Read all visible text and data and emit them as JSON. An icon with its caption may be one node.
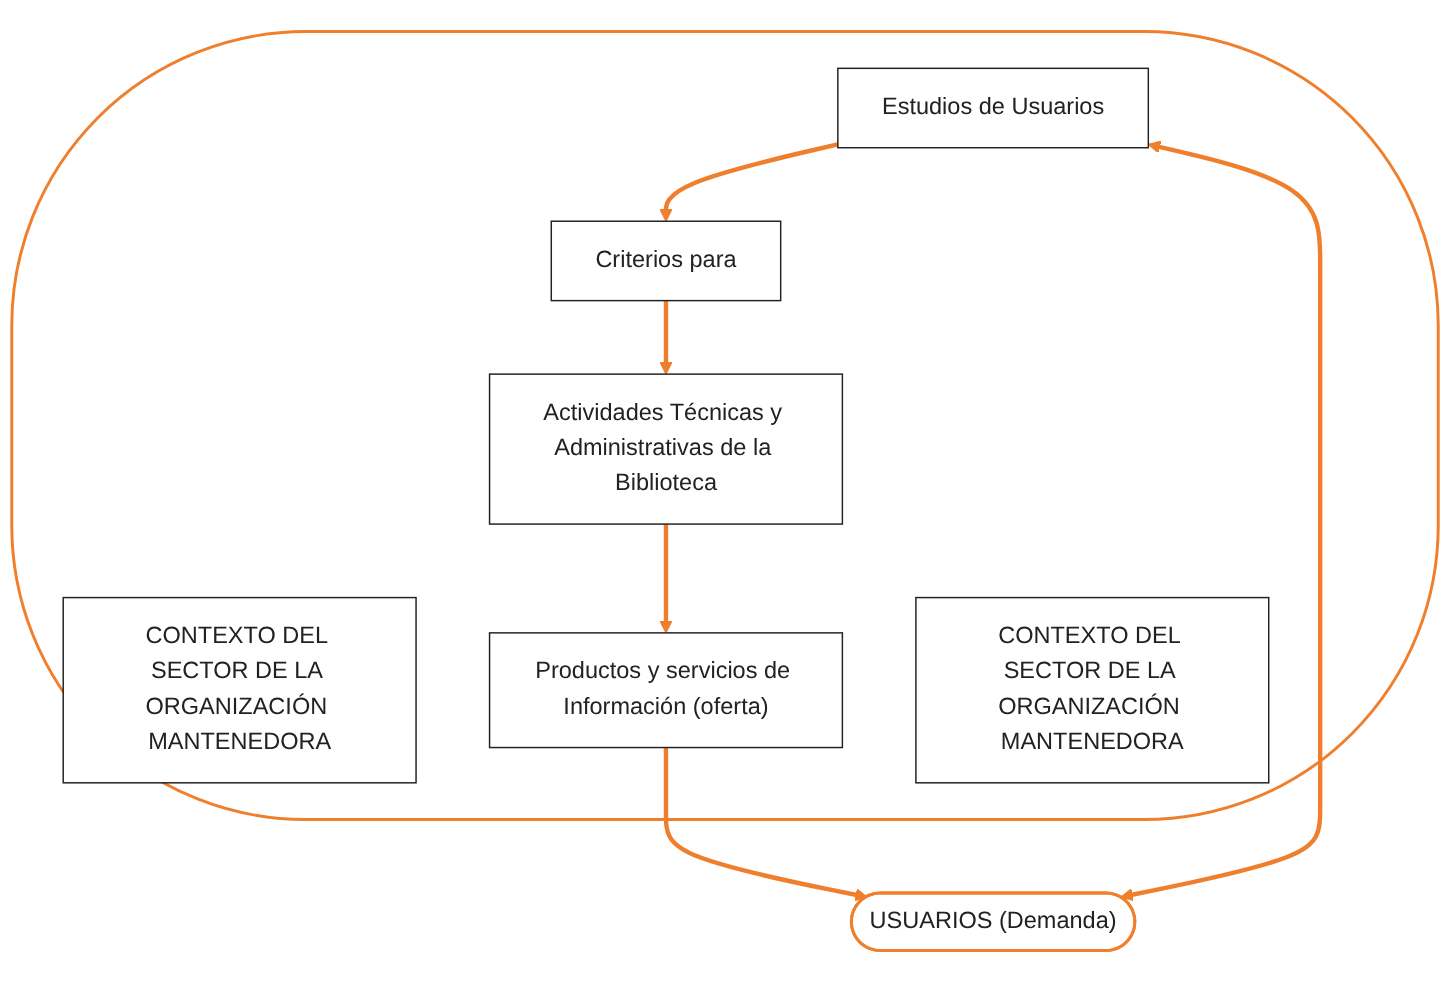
{
  "diagram": {
    "nodes": [
      {
        "text": [],
        "shape": "ellipse"
      },
      {
        "text": [
          "CONTEXTO DEL SECTOR DE LA ORGANIZACIÓN MANTENEDORA"
        ],
        "in": 0
      },
      {
        "text": [
          "Estudios de Usuarios"
        ],
        "in": 0
      },
      {
        "text": [
          "Criterios para"
        ],
        "in": 0
      },
      {
        "text": [
          "Actividades Técnicas y Administrativas de la Biblioteca"
        ],
        "in": 0
      },
      {
        "text": [
          "Productos y servicios de Información (oferta)"
        ],
        "in": 0
      },
      {
        "text": [
          "CONTEXTO DEL SECTOR DE LA ORGANIZACIÓN MANTENEDORA"
        ],
        "in": 0
      },
      {
        "text": [
          "USUARIOS (Demanda)"
        ]
      }
    ],
    "edges": [
      {
        "from": 2,
        "to": 3,
        "arrow": "to"
      },
      {
        "from": 3,
        "to": 4,
        "arrow": "to"
      },
      {
        "from": 4,
        "to": 5,
        "arrow": "to"
      },
      {
        "from": 5,
        "to": 7,
        "arrow": "to"
      },
      {
        "from": 7,
        "to": 2,
        "arrow": "both"
      }
    ]
  }
}
